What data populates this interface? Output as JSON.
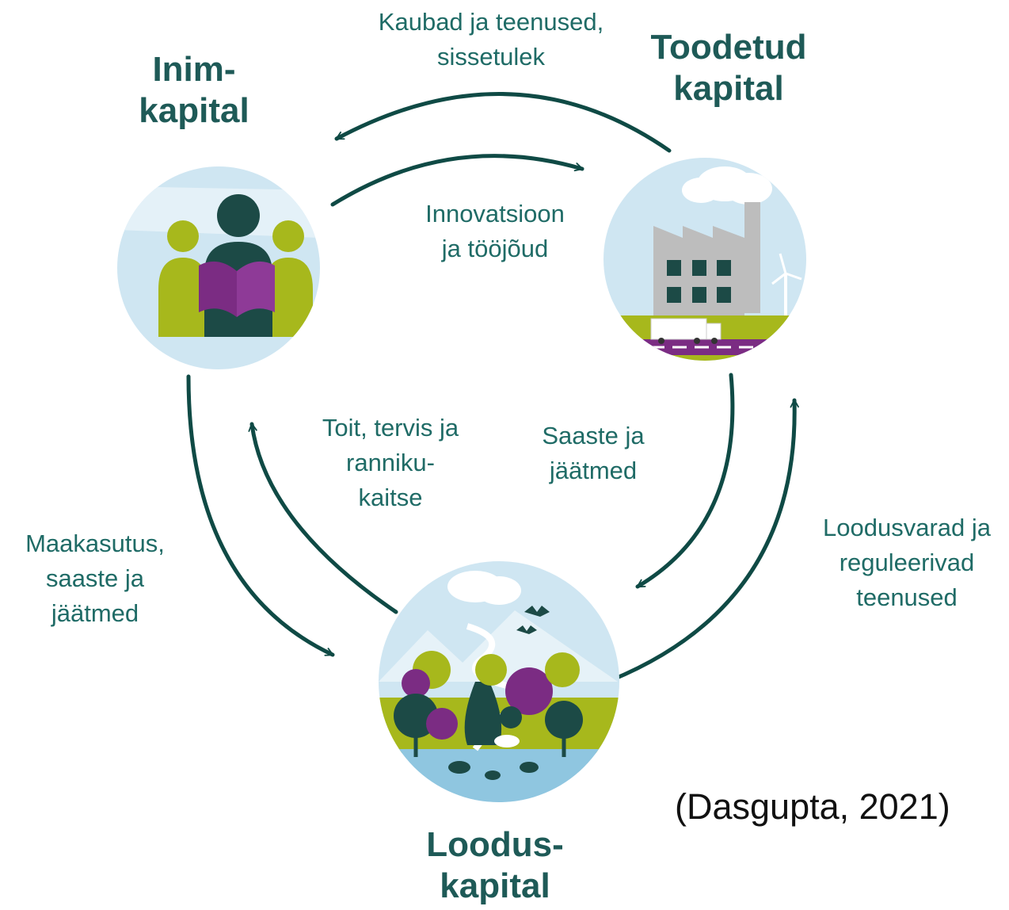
{
  "colors": {
    "title": "#1e5a57",
    "flow_text": "#1f6b66",
    "arrow": "#0f4a45",
    "circle_bg": "#cfe6f2",
    "lime": "#a7b81c",
    "purple": "#7b2c83",
    "dark_green": "#1c4a46"
  },
  "nodes": {
    "human": {
      "title_1": "Inim-",
      "title_2": "kapital",
      "icon": "people-reading-icon"
    },
    "produced": {
      "title_1": "Toodetud",
      "title_2": "kapital",
      "icon": "factory-icon"
    },
    "natural": {
      "title_1": "Loodus-",
      "title_2": "kapital",
      "icon": "nature-icon"
    }
  },
  "flows": {
    "goods_income": [
      "Kaubad ja teenused,",
      "sissetulek"
    ],
    "innovation_labour": [
      "Innovatsioon",
      "ja tööjõud"
    ],
    "food_health_coast": [
      "Toit, tervis ja",
      "ranniku-",
      "kaitse"
    ],
    "pollution_waste_from_produced": [
      "Saaste ja",
      "jäätmed"
    ],
    "landuse_pollution_waste": [
      "Maakasutus,",
      "saaste ja",
      "jäätmed"
    ],
    "resources_regulating": [
      "Loodusvarad ja",
      "reguleerivad",
      "teenused"
    ]
  },
  "citation": "(Dasgupta, 2021)"
}
